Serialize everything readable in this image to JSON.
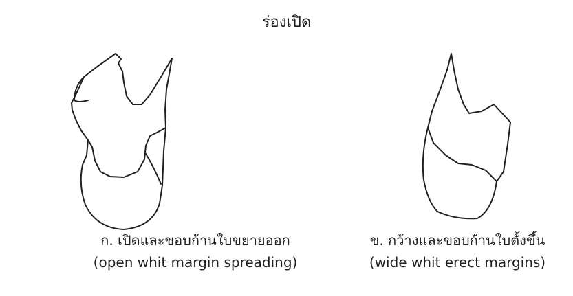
{
  "title": "ร่องเปิด",
  "figures": [
    {
      "caption_th": "ก. เปิดและขอบก้านใบขยายออก",
      "caption_en": "(open whit margin spreading)"
    },
    {
      "caption_th": "ข. กว้างและขอบก้านใบตั้งขึ้น",
      "caption_en": "(wide whit erect margins)"
    }
  ],
  "colors": {
    "stroke": "#231f20",
    "background": "#ffffff"
  }
}
